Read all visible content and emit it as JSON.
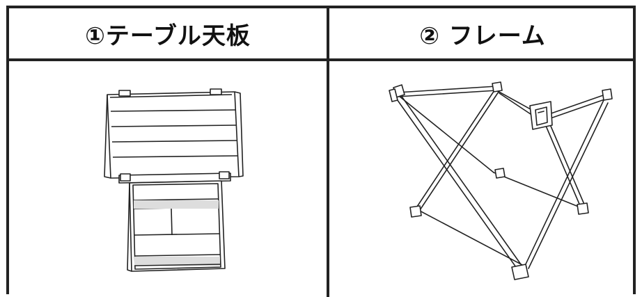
{
  "headers": {
    "left": "①テーブル天板",
    "right": "② フレーム"
  },
  "illustrations": {
    "left": "table-top-illustration",
    "right": "frame-illustration"
  }
}
